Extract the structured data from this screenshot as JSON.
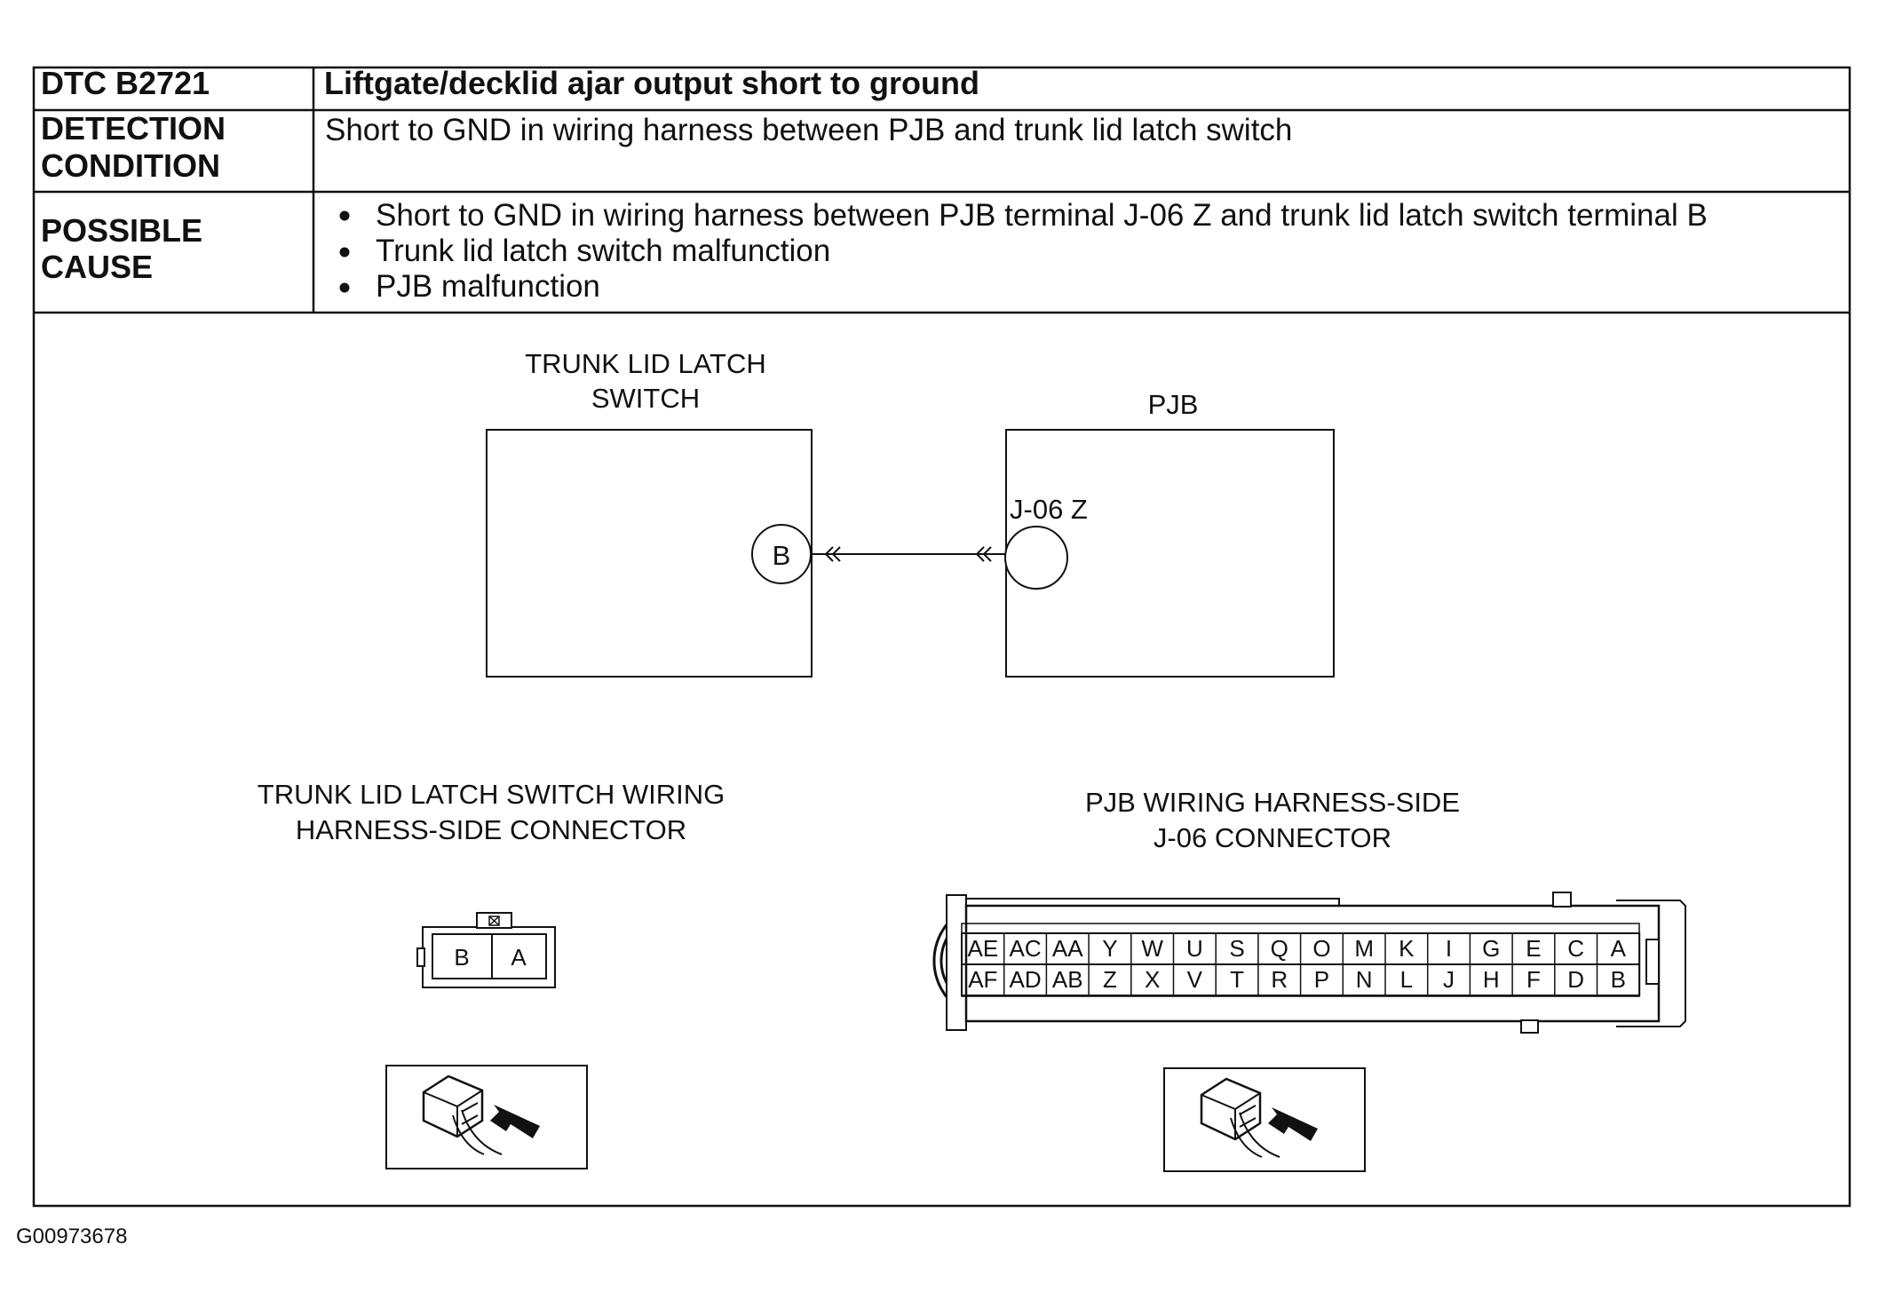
{
  "table": {
    "dtc_code": "DTC B2721",
    "dtc_desc": "Liftgate/decklid ajar output short to ground",
    "detection_label_1": "DETECTION",
    "detection_label_2": "CONDITION",
    "detection_text": "Short to GND in wiring harness between PJB and trunk lid latch switch",
    "cause_label_1": "POSSIBLE",
    "cause_label_2": "CAUSE",
    "causes": [
      "Short to GND in wiring harness between PJB terminal J-06 Z and trunk lid latch switch terminal B",
      "Trunk lid latch switch malfunction",
      "PJB malfunction"
    ]
  },
  "schematic": {
    "switch_title_1": "TRUNK LID LATCH",
    "switch_title_2": "SWITCH",
    "switch_terminal": "B",
    "pjb_title": "PJB",
    "pjb_terminal": "J-06 Z"
  },
  "connectors": {
    "switch_conn_title_1": "TRUNK LID LATCH SWITCH WIRING",
    "switch_conn_title_2": "HARNESS-SIDE CONNECTOR",
    "switch_pins": [
      "B",
      "A"
    ],
    "pjb_conn_title_1": "PJB WIRING HARNESS-SIDE",
    "pjb_conn_title_2": "J-06 CONNECTOR",
    "pjb_top_row": [
      "AE",
      "AC",
      "AA",
      "Y",
      "W",
      "U",
      "S",
      "Q",
      "O",
      "M",
      "K",
      "I",
      "G",
      "E",
      "C",
      "A"
    ],
    "pjb_bottom_row": [
      "AF",
      "AD",
      "AB",
      "Z",
      "X",
      "V",
      "T",
      "R",
      "P",
      "N",
      "L",
      "J",
      "H",
      "F",
      "D",
      "B"
    ]
  },
  "figure_id": "G00973678"
}
